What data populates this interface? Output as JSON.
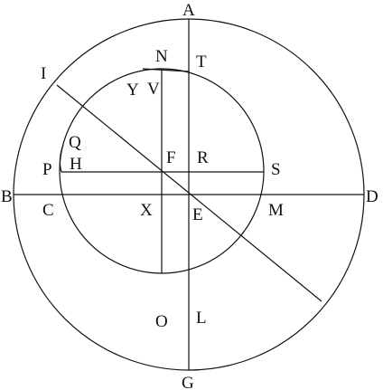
{
  "labels": {
    "A": "A",
    "B": "B",
    "C": "C",
    "D": "D",
    "E": "E",
    "F": "F",
    "G": "G",
    "H": "H",
    "I": "I",
    "L": "L",
    "M": "M",
    "N": "N",
    "O": "O",
    "P": "P",
    "Q": "Q",
    "R": "R",
    "S": "S",
    "T": "T",
    "V": "V",
    "X": "X",
    "Y": "Y"
  }
}
